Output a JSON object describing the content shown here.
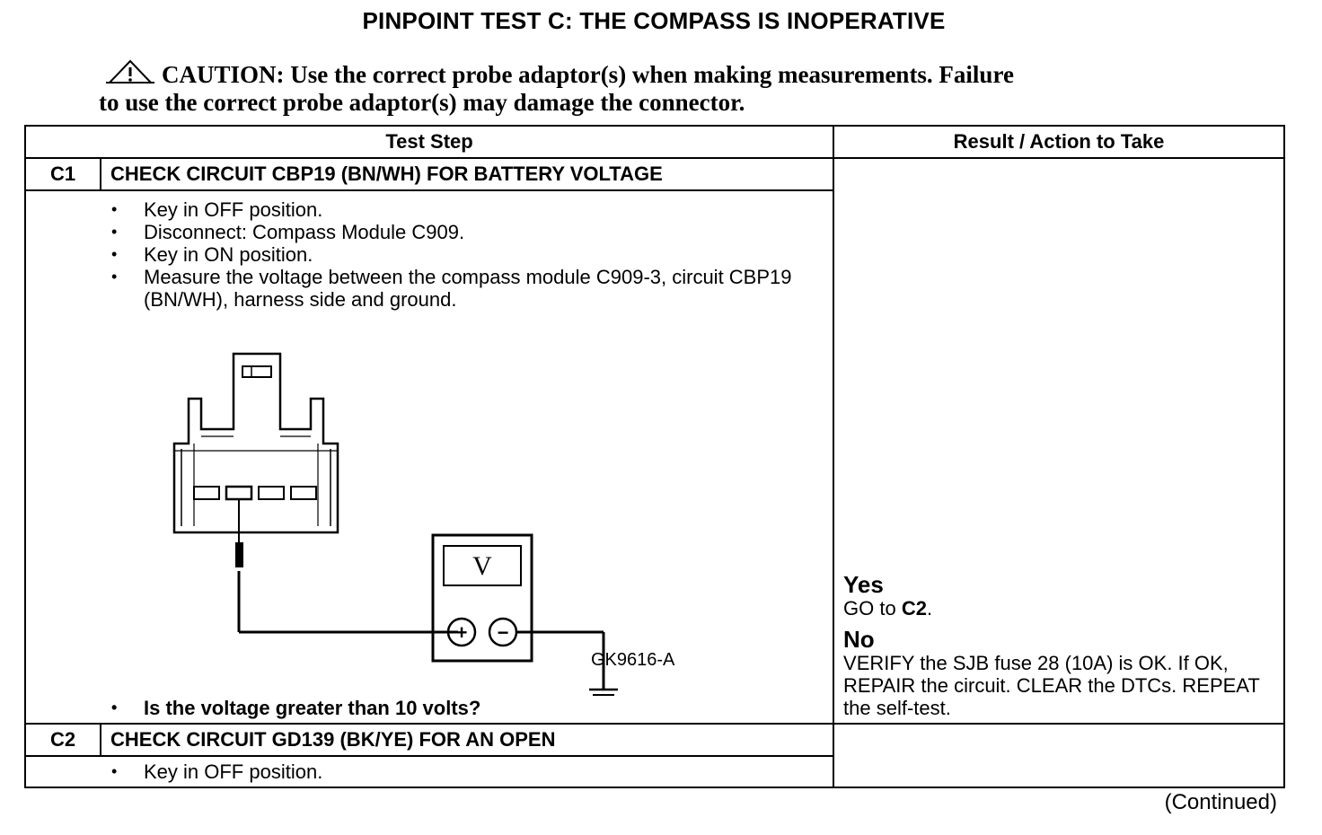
{
  "title": "PINPOINT TEST  C: THE COMPASS IS INOPERATIVE",
  "caution": {
    "label": "CAUTION:",
    "line1": "Use the correct probe adaptor(s) when making measurements. Failure",
    "line2": "to use the correct probe adaptor(s) may damage the connector."
  },
  "table": {
    "col_test_step": "Test Step",
    "col_result": "Result / Action to Take",
    "steps": [
      {
        "id": "C1",
        "heading": "CHECK CIRCUIT CBP19 (BN/WH) FOR BATTERY VOLTAGE",
        "bullets": [
          "Key in OFF position.",
          "Disconnect: Compass Module C909.",
          "Key in ON position.",
          "Measure the voltage between the compass module C909-3, circuit CBP19 (BN/WH), harness side and ground."
        ],
        "figure_id": "GK9616-A",
        "meter_symbol": "V",
        "plus": "+",
        "minus": "−",
        "question": "Is the voltage greater than 10 volts?",
        "yes_label": "Yes",
        "yes_prefix": "GO to ",
        "yes_target": "C2",
        "yes_suffix": ".",
        "no_label": "No",
        "no_text": "VERIFY the SJB fuse 28 (10A) is OK. If OK, REPAIR the circuit. CLEAR the DTCs. REPEAT the self-test."
      },
      {
        "id": "C2",
        "heading": "CHECK CIRCUIT GD139 (BK/YE) FOR AN OPEN",
        "bullets": [
          "Key in OFF position."
        ]
      }
    ]
  },
  "continued": "(Continued)"
}
